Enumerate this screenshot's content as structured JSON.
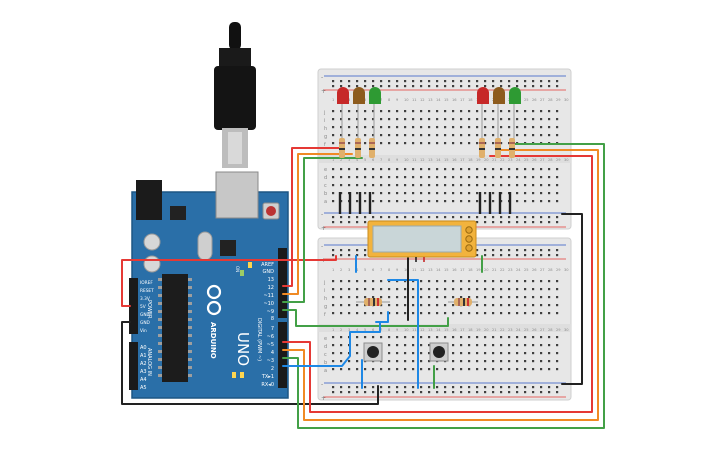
{
  "arduino": {
    "model_label": "UNO",
    "brand_label": "ARDUINO",
    "power_header_label": "POWER",
    "analog_header_label": "ANALOG IN",
    "digital_header_label": "DIGITAL (PWM ~)",
    "on_label": "ON",
    "l_label": "L",
    "tx_label": "TX",
    "rx_label": "RX",
    "power_pins": [
      "IOREF",
      "RESET",
      "3.3V",
      "5V",
      "GND",
      "GND",
      "Vin"
    ],
    "analog_pins": [
      "A0",
      "A1",
      "A2",
      "A3",
      "A4",
      "A5"
    ],
    "top_pins": [
      "AREF",
      "GND",
      "13",
      "12",
      "~11",
      "~10",
      "~9",
      "8"
    ],
    "bottom_pins": [
      "7",
      "~6",
      "~5",
      "4",
      "~3",
      "2",
      "TX▸1",
      "RX◂0"
    ]
  },
  "breadboard": {
    "top_col_numbers": [
      "1",
      "2",
      "3",
      "4",
      "5",
      "6",
      "7",
      "8",
      "9",
      "10",
      "11",
      "12",
      "13",
      "14",
      "15",
      "16",
      "17",
      "18",
      "19",
      "20",
      "21",
      "22",
      "23",
      "24",
      "25",
      "26",
      "27",
      "28",
      "29",
      "30"
    ],
    "rows_top_half": [
      "j",
      "i",
      "h",
      "g",
      "f"
    ],
    "rows_bottom_half": [
      "e",
      "d",
      "c",
      "b",
      "a"
    ],
    "rail_plus": "+",
    "rail_minus": "-"
  },
  "components": {
    "leds_left": [
      "red",
      "amber",
      "green"
    ],
    "leds_right": [
      "red",
      "amber",
      "green"
    ],
    "lcd_label": "",
    "buttons": [
      "pushbutton-1",
      "pushbutton-2"
    ]
  },
  "colors": {
    "board_blue": "#2a6fa8",
    "breadboard": "#e7e7e7",
    "wire_red": "#e53935",
    "wire_orange": "#f08a24",
    "wire_green": "#43a047",
    "wire_black": "#222222",
    "wire_blue": "#1e88e5",
    "led_red": "#c62828",
    "led_amber": "#8d5b1d",
    "led_green": "#2e9a33",
    "lcd_frame": "#f2b33d",
    "lcd_screen": "#c9d6d8"
  }
}
